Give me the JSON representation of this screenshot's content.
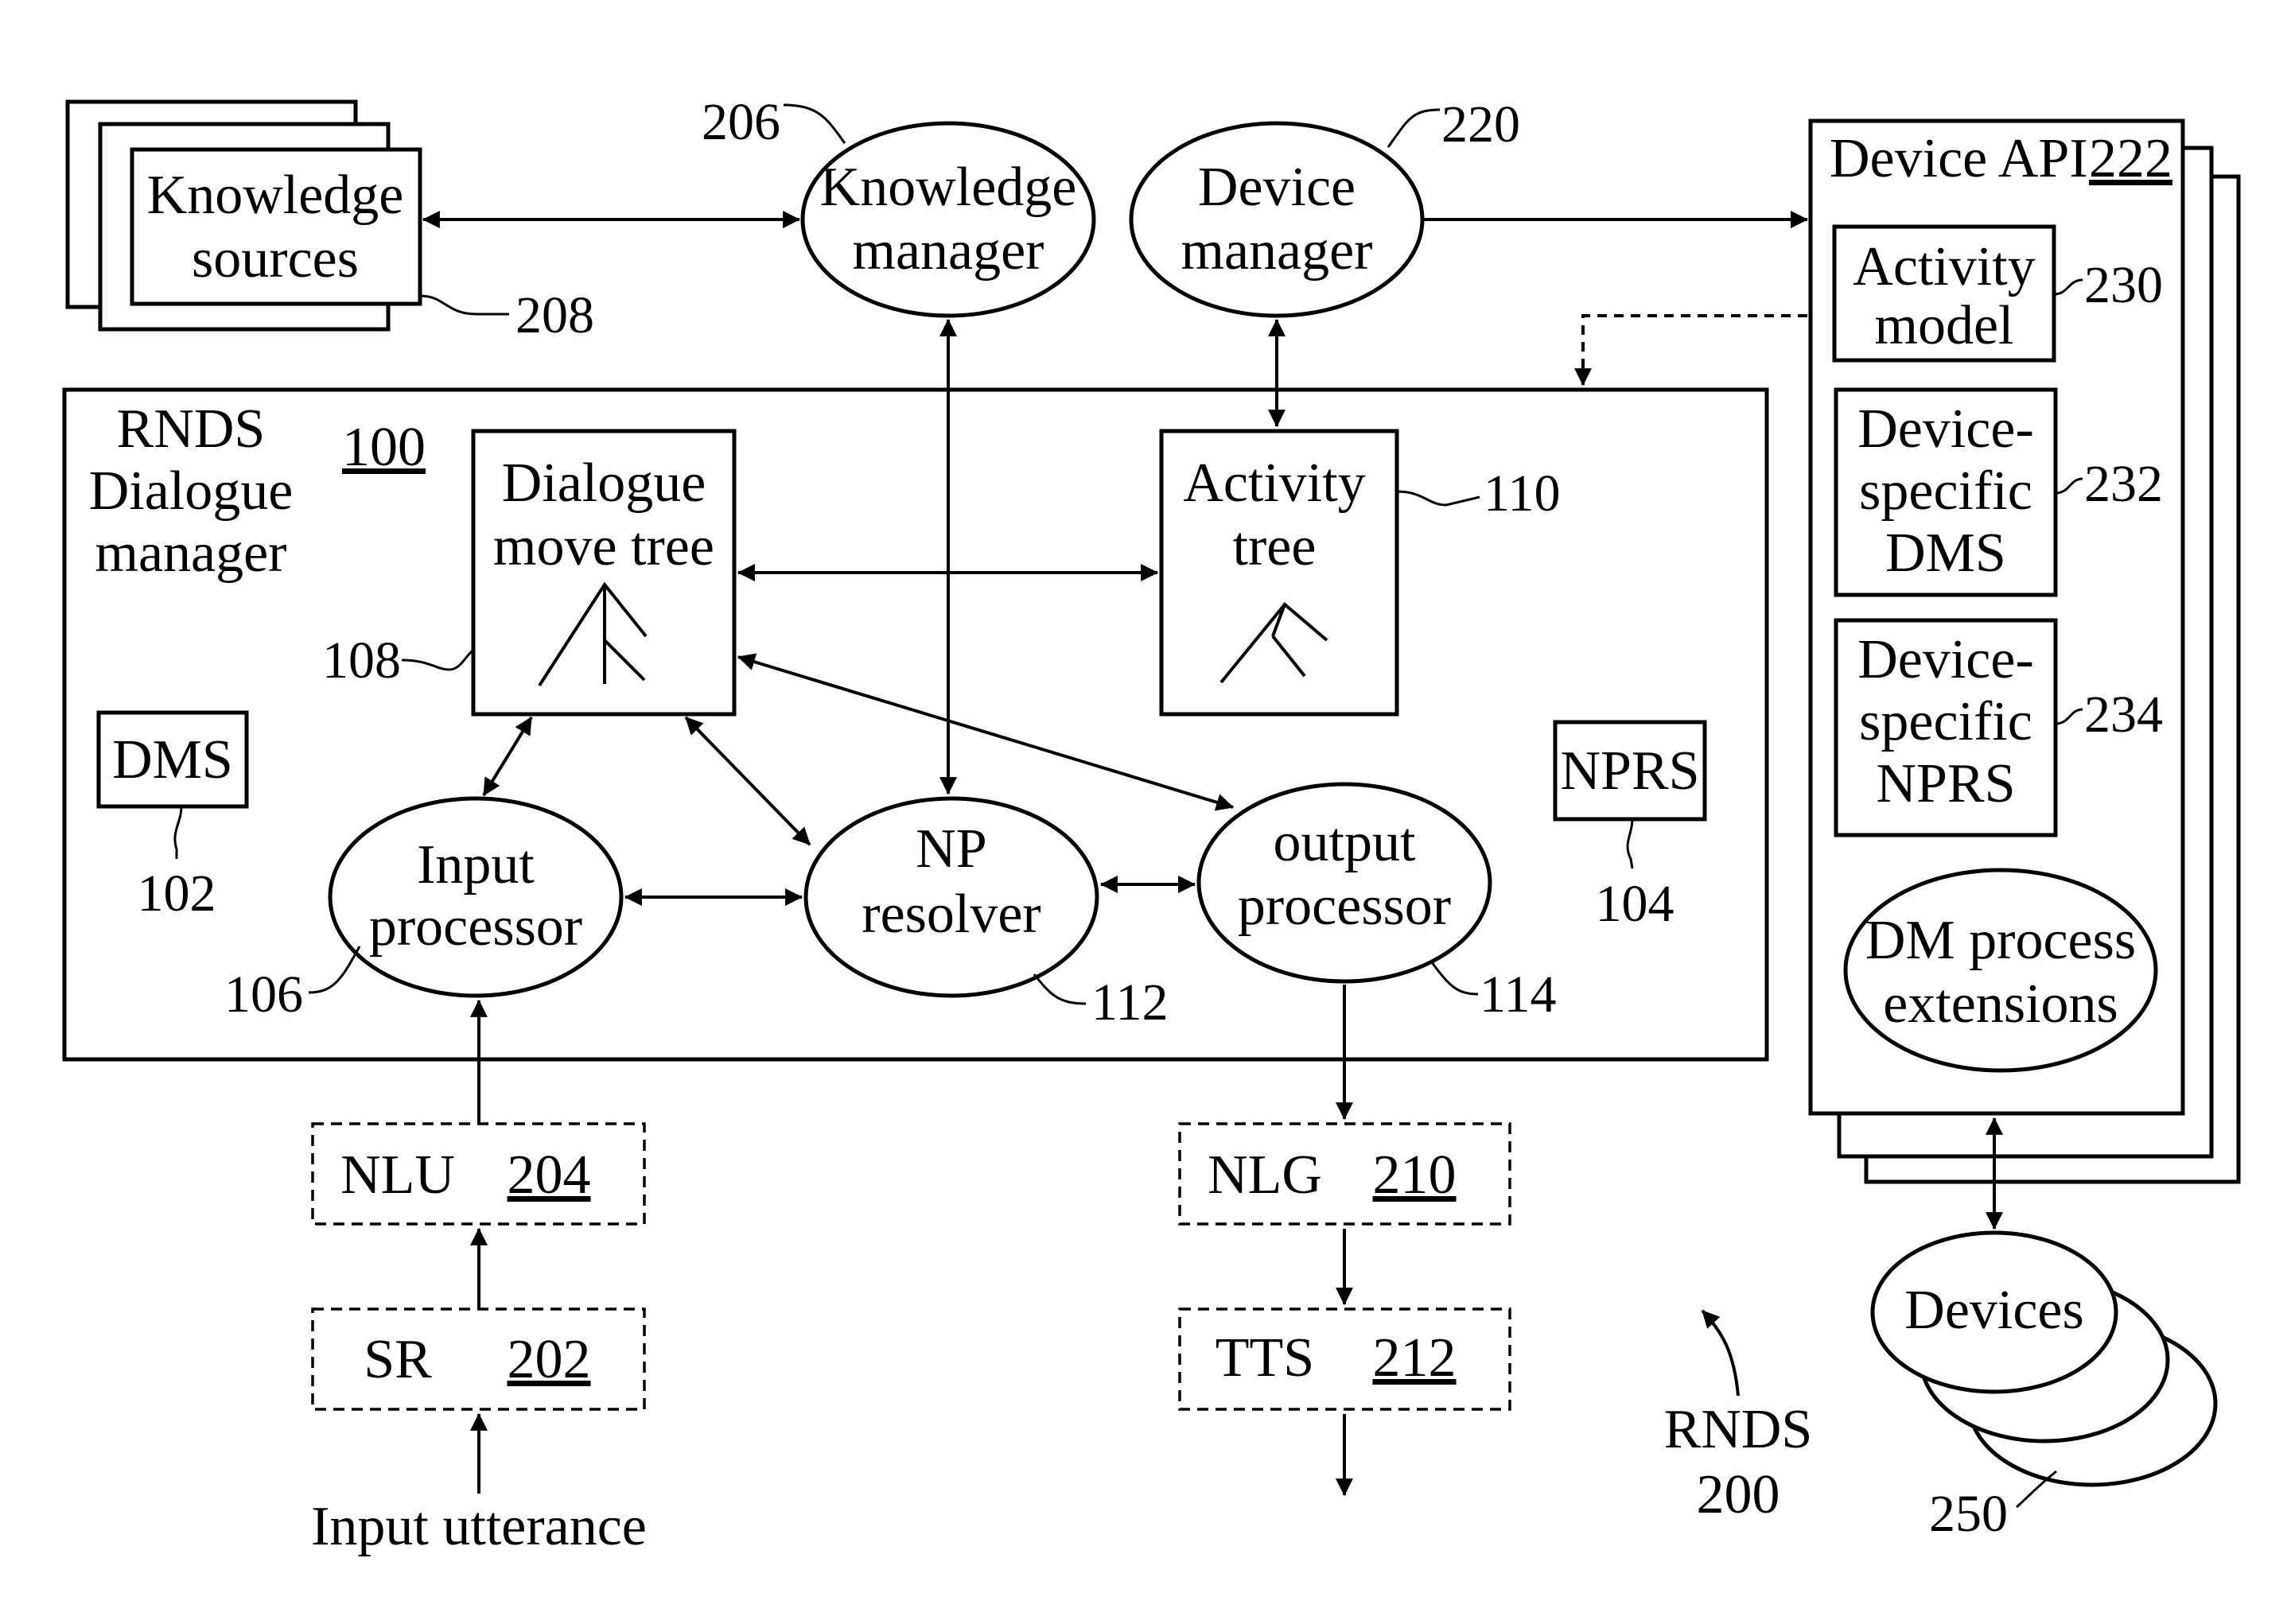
{
  "knowledge_sources": {
    "label_1": "Knowledge",
    "label_2": "sources",
    "ref": "208"
  },
  "knowledge_manager": {
    "label_1": "Knowledge",
    "label_2": "manager",
    "ref": "206"
  },
  "device_manager": {
    "label_1": "Device",
    "label_2": "manager",
    "ref": "220"
  },
  "device_api": {
    "title": "Device API",
    "ref": "222",
    "activity_model": {
      "label_1": "Activity",
      "label_2": "model",
      "ref": "230"
    },
    "device_specific_dms": {
      "label_1": "Device-",
      "label_2": "specific",
      "label_3": "DMS",
      "ref": "232"
    },
    "device_specific_nprs": {
      "label_1": "Device-",
      "label_2": "specific",
      "label_3": "NPRS",
      "ref": "234"
    },
    "dm_process_extensions": {
      "label_1": "DM process",
      "label_2": "extensions"
    }
  },
  "dialogue_manager": {
    "label_1": "RNDS",
    "label_2": "Dialogue",
    "label_3": "manager",
    "ref": "100",
    "dialogue_move_tree": {
      "label_1": "Dialogue",
      "label_2": "move tree",
      "ref": "108"
    },
    "activity_tree": {
      "label_1": "Activity",
      "label_2": "tree",
      "ref": "110"
    },
    "dms": {
      "label": "DMS",
      "ref": "102"
    },
    "nprs": {
      "label": "NPRS",
      "ref": "104"
    },
    "input_processor": {
      "label_1": "Input",
      "label_2": "processor",
      "ref": "106"
    },
    "np_resolver": {
      "label_1": "NP",
      "label_2": "resolver",
      "ref": "112"
    },
    "output_processor": {
      "label_1": "output",
      "label_2": "processor",
      "ref": "114"
    }
  },
  "nlu": {
    "label": "NLU",
    "ref": "204"
  },
  "sr": {
    "label": "SR",
    "ref": "202"
  },
  "nlg": {
    "label": "NLG",
    "ref": "210"
  },
  "tts": {
    "label": "TTS",
    "ref": "212"
  },
  "input_utterance": "Input utterance",
  "devices": {
    "label": "Devices",
    "ref": "250"
  },
  "rnds_system": {
    "label_1": "RNDS",
    "label_2": "200"
  }
}
